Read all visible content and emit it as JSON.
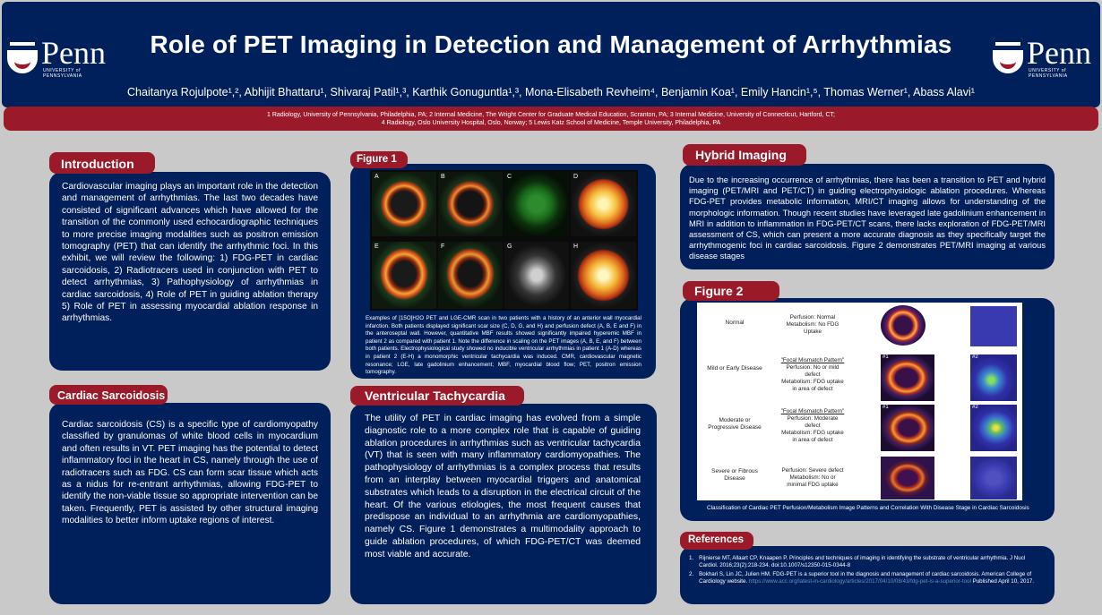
{
  "header": {
    "title": "Role of PET Imaging in Detection and Management of Arrhythmias",
    "authors": "Chaitanya Rojulpote¹,², Abhijit Bhattaru¹, Shivaraj Patil¹,³, Karthik Gonuguntla¹,³, Mona-Elisabeth Revheim⁴, Benjamin Koa¹, Emily Hancin¹,⁵, Thomas Werner¹, Abass Alavi¹",
    "affiliations_line1": "1 Radiology, University of Pennsylvania, Philadelphia, PA; 2 Internal Medicine, The Wright Center for Graduate Medical Education, Scranton, PA; 3 Internal Medicine, University of Connecticut, Hartford, CT;",
    "affiliations_line2": "4 Radiology, Oslo University Hospital, Oslo, Norway; 5 Lewis Katz School of Medicine, Temple University, Philadelphia, PA",
    "logo_word": "Penn",
    "logo_sub": "UNIVERSITY of PENNSYLVANIA"
  },
  "introduction": {
    "heading": "Introduction",
    "body": "Cardiovascular imaging plays an important role in the detection and management of arrhythmias. The last two decades have consisted of significant advances which have allowed for the transition of the commonly used echocardiographic techniques to more precise imaging modalities such as positron emission tomography (PET) that can identify the arrhythmic foci. In this exhibit, we will review the following: 1) FDG-PET in cardiac sarcoidosis, 2) Radiotracers used in conjunction with PET to detect arrhythmias, 3) Pathophysiology of arrhythmias in cardiac sarcoidosis, 4) Role of PET in guiding ablation therapy 5) Role of PET in assessing myocardial ablation response in arrhythmias."
  },
  "sarcoidosis": {
    "heading": "Cardiac Sarcoidosis",
    "body": "Cardiac sarcoidosis (CS) is a specific type of cardiomyopathy classified by granulomas of white blood cells in myocardium and often results in VT. PET imaging has the potential to detect inflammatory foci in the heart in CS, namely through the use of radiotracers such as FDG. CS can form scar tissue which acts as a nidus for re-entrant arrhythmias, allowing FDG-PET to identify the non-viable tissue so appropriate intervention can be taken. Frequently, PET is assisted by other structural imaging modalities to better inform uptake regions of interest."
  },
  "figure1": {
    "heading": "Figure 1",
    "panel_labels": [
      "A",
      "B",
      "C",
      "D",
      "E",
      "F",
      "G",
      "H"
    ],
    "caption": "Examples of [15O]H2O PET and LGE-CMR scan in two patients with a history of an anterior wall myocardial infarction. Both patients displayed significant scar size (C, D, G, and H) and perfusion defect (A, B, E and F) in the anteroseptal wall. However, quantitative MBF results showed significantly impaired hyperemic MBF in patient 2 as compared with patient 1. Note the difference in scaling on the PET images (A, B, E, and F) between both patients. Electrophysiological study showed no inducible ventricular arrhythmias in patient 1 (A-D) whereas in patient 2 (E-H) a monomorphic ventricular tachycardia was induced. CMR, cardiovascular magnetic resonance; LGE, late gadolinium enhancement; MBF, myocardial blood flow; PET, positron emission tomography."
  },
  "vt": {
    "heading": "Ventricular Tachycardia",
    "body": "The utility of PET in cardiac imaging has evolved from a simple diagnostic role to a more complex role that is capable of guiding ablation procedures in arrhythmias such as ventricular tachycardia (VT) that is seen with many inflammatory cardiomyopathies. The pathophysiology of arrhythmias is a complex process that results from an interplay between myocardial triggers and anatomical substrates which leads to a disruption in the electrical circuit of the heart. Of the various etiologies, the most frequent causes that predispose an individual to an arrhythmia are cardiomyopathies, namely CS. Figure 1 demonstrates a multimodality approach to guide ablation procedures, of which FDG-PET/CT was deemed most viable and accurate."
  },
  "hybrid": {
    "heading": "Hybrid Imaging",
    "body": "Due to the increasing occurrence of arrhythmias, there has been a transition to PET and hybrid imaging (PET/MRI and PET/CT) in guiding electrophysiologic ablation procedures. Whereas FDG-PET provides metabolic information, MRI/CT imaging allows for understanding of the morphologic information. Though recent studies have leveraged late gadolinium enhancement in MRI in addition to inflammation in FDG-PET/CT scans, there lacks exploration of FDG-PET/MRI assessment of CS, which can present a more accurate diagnosis as they specifically target the arrhythmogenic foci in cardiac sarcoidosis. Figure 2 demonstrates PET/MRI imaging at various disease stages"
  },
  "figure2": {
    "heading": "Figure 2",
    "rows": [
      {
        "stage": "Normal",
        "pattern": "",
        "desc": "Perfusion: Normal\nMetabolism: No FDG\nUptake",
        "tag_a": "",
        "tag_b": ""
      },
      {
        "stage": "Mild or Early Disease",
        "pattern": "\"Focal Mismatch Pattern\"",
        "desc": "Perfusion: No or mild\ndefect\nMetabolism: FDG uptake\nin area of defect",
        "tag_a": "#1",
        "tag_b": "#2"
      },
      {
        "stage": "Moderate or\nProgressive Disease",
        "pattern": "\"Focal Mismatch Pattern\"",
        "desc": "Perfusion: Moderate\ndefect\nMetabolism: FDG uptake\nin area of defect",
        "tag_a": "#1",
        "tag_b": "#2"
      },
      {
        "stage": "Severe or Fibrous\nDisease",
        "pattern": "",
        "desc": "Perfusion: Severe defect\nMetabolism: No or\nminimal FDG uptake",
        "tag_a": "",
        "tag_b": ""
      }
    ],
    "caption": "Classification of Cardiac PET Perfusion/Metabolism Image Patterns and Correlation With Disease Stage in Cardiac Sarcoidosis"
  },
  "references": {
    "heading": "References",
    "items": [
      {
        "num": "1.",
        "text": "Rijnierse MT, Allaart CP, Knaapen P. Principles and techniques of imaging in identifying the substrate of ventricular arrhythmia. J Nucl Cardiol. 2016;23(2):218-234. doi:10.1007/s12350-015-0344-8"
      },
      {
        "num": "2.",
        "text": "Bokhari S, Lin JC, Julien HM. FDG-PET is a superior tool in the diagnosis and management of cardiac sarcoidosis. American College of Cardiology website.",
        "link": "https://www.acc.org/latest-in-cardiology/articles/2017/04/10/08/43/fdg-pet-is-a-superior-tool",
        "tail": "Published April 10, 2017."
      }
    ]
  },
  "colors": {
    "navy": "#00205b",
    "crimson": "#9b1a2a",
    "background": "#c9c9c9"
  }
}
